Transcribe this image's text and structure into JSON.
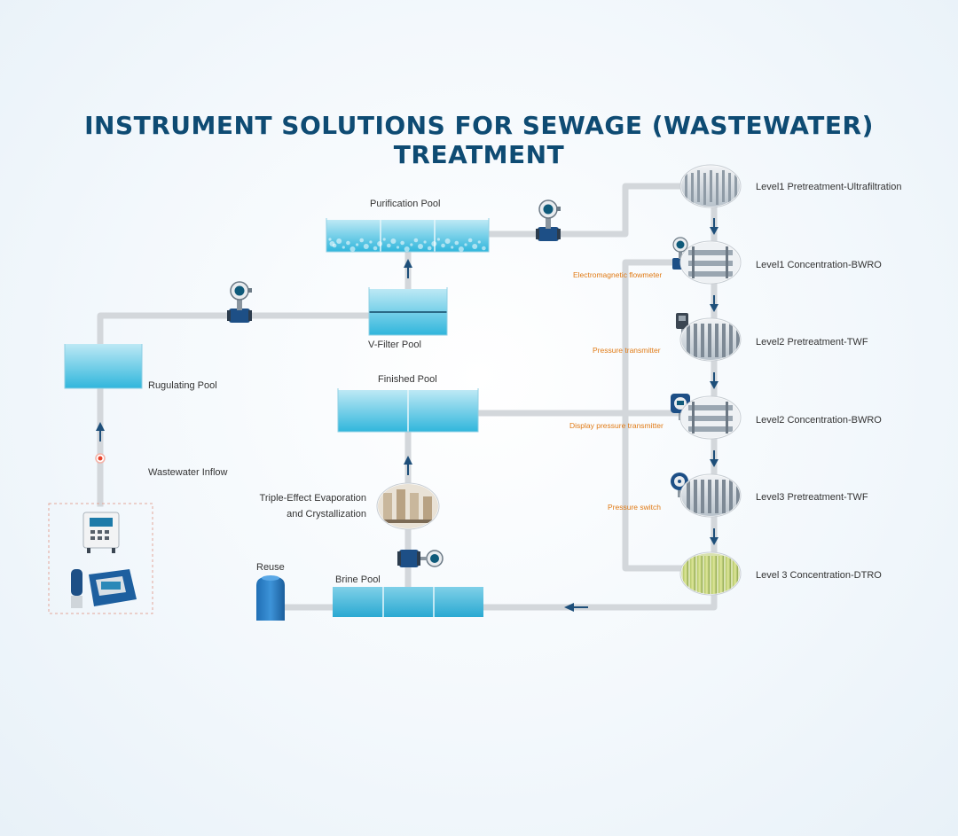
{
  "title": "INSTRUMENT SOLUTIONS FOR SEWAGE (WASTEWATER) TREATMENT",
  "colors": {
    "title": "#0e4b73",
    "pipe": "#d4d8dc",
    "tank_top": "#a9e3f2",
    "tank_bottom": "#36b9dd",
    "arrow": "#1e4f7a",
    "instrument_label": "#e07a15",
    "reuse_tank": "#2c7fc4"
  },
  "pools": {
    "purification": "Purification Pool",
    "v_filter": "V-Filter Pool",
    "rugulating": "Rugulating Pool",
    "finished": "Finished Pool",
    "brine": "Brine Pool"
  },
  "process": {
    "wastewater_inflow": "Wastewater Inflow",
    "evaporation_line1": "Triple-Effect Evaporation",
    "evaporation_line2": "and Crystallization",
    "reuse": "Reuse"
  },
  "stages": [
    "Level1 Pretreatment-Ultrafiltration",
    "Level1 Concentration-BWRO",
    "Level2 Pretreatment-TWF",
    "Level2 Concentration-BWRO",
    "Level3 Pretreatment-TWF",
    "Level 3 Concentration-DTRO"
  ],
  "instruments": {
    "flowmeter": "Electromagnetic flowmeter",
    "pressure_transmitter": "Pressure transmitter",
    "display_pressure_transmitter": "Display pressure transmitter",
    "pressure_switch": "Pressure switch"
  },
  "icons": {
    "flowmeter": "electromagnetic-flowmeter-icon",
    "level_meter": "ultrasonic-level-meter-icon",
    "equipment": "treatment-equipment-icon",
    "storage_tank": "storage-tank-icon"
  }
}
